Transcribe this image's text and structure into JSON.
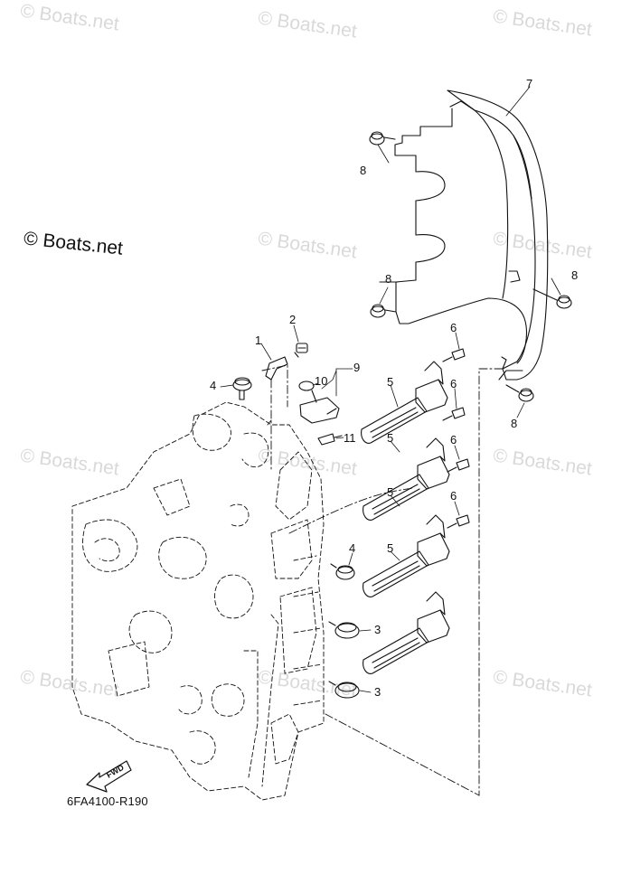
{
  "watermark": "© Boats.net",
  "diagram_code": "6FA4100-R190",
  "fwd_label": "FWD",
  "callouts": [
    "1",
    "2",
    "3",
    "3",
    "4",
    "4",
    "5",
    "5",
    "5",
    "5",
    "6",
    "6",
    "6",
    "6",
    "7",
    "8",
    "8",
    "8",
    "8",
    "9",
    "10",
    "11"
  ]
}
